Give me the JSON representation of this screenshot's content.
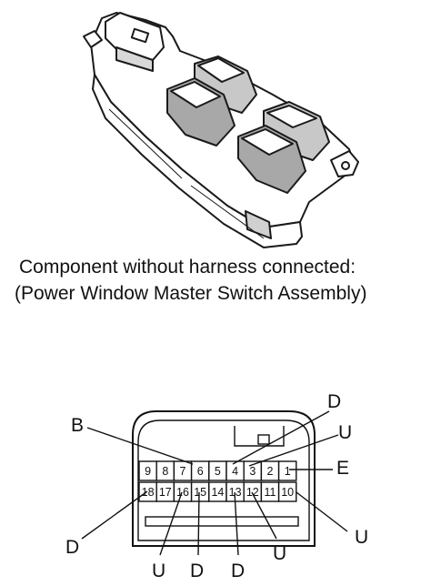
{
  "caption": {
    "line1": "Component without harness connected:",
    "line2": "(Power Window Master Switch Assembly)"
  },
  "connector": {
    "top_row_pins": [
      "9",
      "8",
      "7",
      "6",
      "5",
      "4",
      "3",
      "2",
      "1"
    ],
    "bottom_row_pins": [
      "18",
      "17",
      "16",
      "15",
      "14",
      "13",
      "12",
      "11",
      "10"
    ]
  },
  "callouts": [
    {
      "pin": "6",
      "label": "B"
    },
    {
      "pin": "4",
      "label": "D"
    },
    {
      "pin": "3",
      "label": "U"
    },
    {
      "pin": "1",
      "label": "E"
    },
    {
      "pin": "18",
      "label": "D"
    },
    {
      "pin": "16",
      "label": "U"
    },
    {
      "pin": "15",
      "label": "D"
    },
    {
      "pin": "13",
      "label": "D"
    },
    {
      "pin": "12",
      "label": "U"
    },
    {
      "pin": "10",
      "label": "U"
    }
  ]
}
